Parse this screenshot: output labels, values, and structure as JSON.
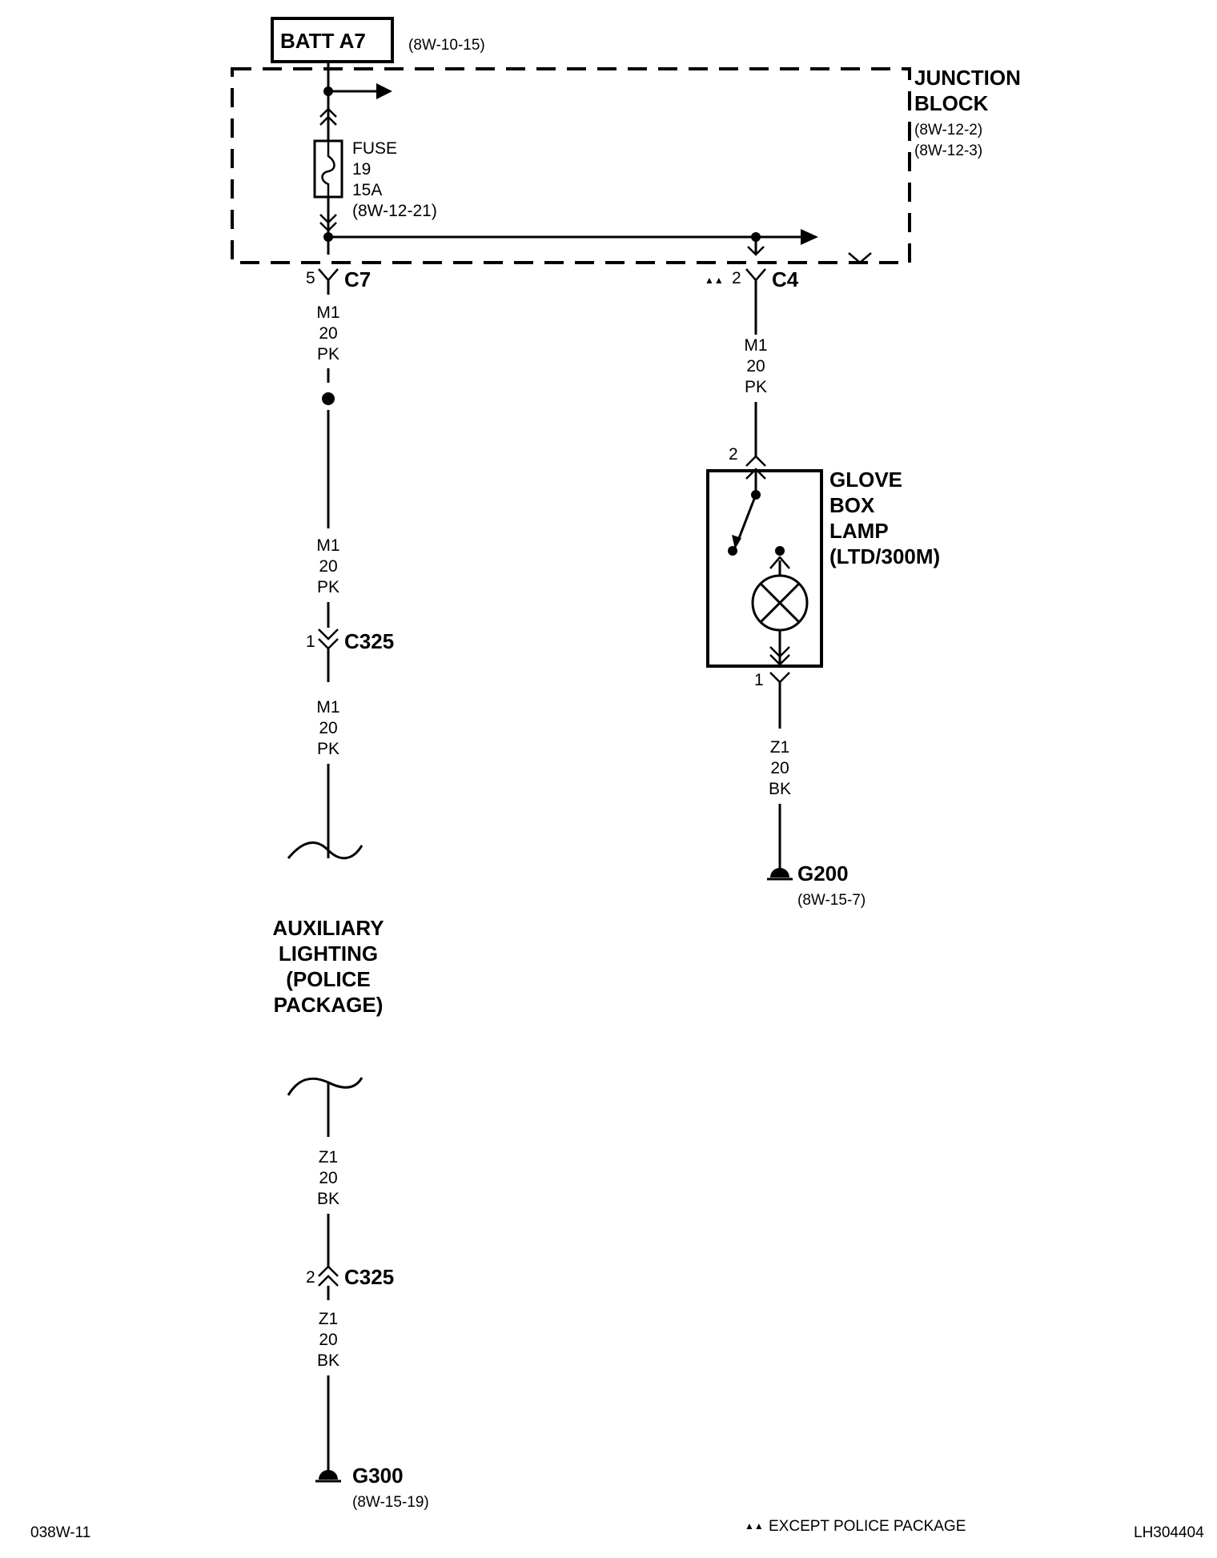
{
  "batt": {
    "label": "BATT A7",
    "ref": "(8W-10-15)"
  },
  "junction_block": {
    "line1": "JUNCTION",
    "line2": "BLOCK",
    "ref1": "(8W-12-2)",
    "ref2": "(8W-12-3)"
  },
  "fuse": {
    "line1": "FUSE",
    "line2": "19",
    "line3": "15A",
    "ref": "(8W-12-21)"
  },
  "connectors": {
    "c7": {
      "name": "C7",
      "pin": "5"
    },
    "c4": {
      "name": "C4",
      "pin": "2",
      "mark": "▲▲"
    },
    "c325_top": {
      "name": "C325",
      "pin": "1"
    },
    "c325_bottom": {
      "name": "C325",
      "pin": "2"
    }
  },
  "wires": {
    "m1": {
      "circuit": "M1",
      "gauge": "20",
      "color": "PK"
    },
    "z1": {
      "circuit": "Z1",
      "gauge": "20",
      "color": "BK"
    }
  },
  "glove_box_lamp": {
    "line1": "GLOVE",
    "line2": "BOX",
    "line3": "LAMP",
    "line4": "(LTD/300M)",
    "pin_top": "2",
    "pin_bottom": "1"
  },
  "aux_lighting": {
    "line1": "AUXILIARY",
    "line2": "LIGHTING",
    "line3": "(POLICE",
    "line4": "PACKAGE)"
  },
  "grounds": {
    "g200": {
      "name": "G200",
      "ref": "(8W-15-7)"
    },
    "g300": {
      "name": "G300",
      "ref": "(8W-15-19)"
    }
  },
  "footer": {
    "left": "038W-11",
    "note_mark": "▲▲",
    "note": "EXCEPT POLICE PACKAGE",
    "right": "LH304404"
  }
}
